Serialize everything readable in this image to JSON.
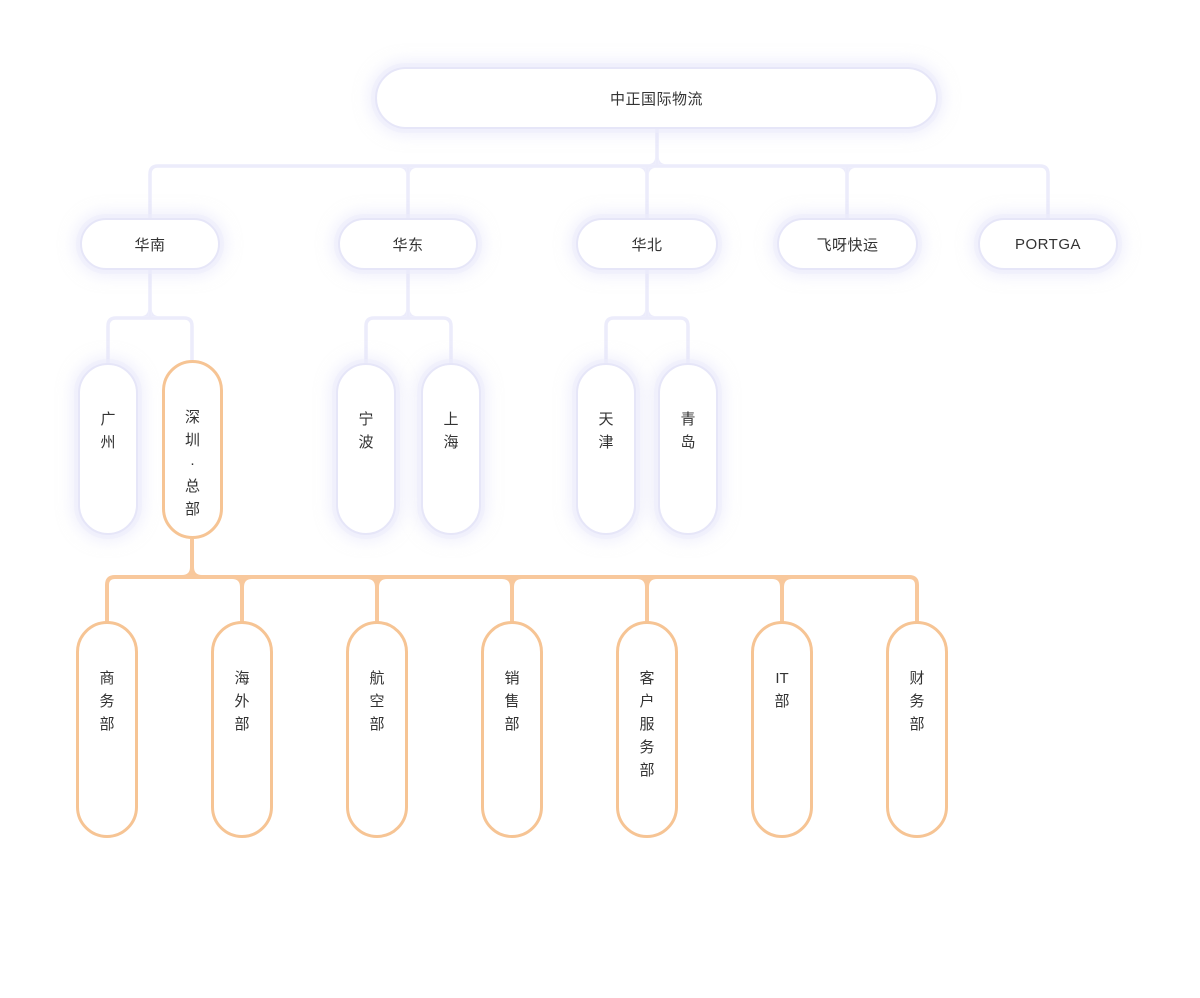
{
  "colors": {
    "background": "#ffffff",
    "branch_line": "#ececfb",
    "branch_line_highlight": "#f8c89c",
    "node_border": "#e6e6f8",
    "node_border_highlight": "#f6c494",
    "node_fill": "#ffffff",
    "text": "#333333"
  },
  "org_chart": {
    "root": {
      "label": "中正国际物流"
    },
    "branches": [
      {
        "label": "华南",
        "children": [
          {
            "label": "广\n州"
          },
          {
            "label": "深\n圳\n·\n总\n部",
            "highlighted": true,
            "children": [
              {
                "label": "商\n务\n部"
              },
              {
                "label": "海\n外\n部"
              },
              {
                "label": "航\n空\n部"
              },
              {
                "label": "销\n售\n部"
              },
              {
                "label": "客\n户\n服\n务\n部"
              },
              {
                "label": "IT\n部"
              },
              {
                "label": "财\n务\n部"
              }
            ]
          }
        ]
      },
      {
        "label": "华东",
        "children": [
          {
            "label": "宁\n波"
          },
          {
            "label": "上\n海"
          }
        ]
      },
      {
        "label": "华北",
        "children": [
          {
            "label": "天\n津"
          },
          {
            "label": "青\n岛"
          }
        ]
      },
      {
        "label": "飞呀快运",
        "children": []
      },
      {
        "label": "PORTGA",
        "children": []
      }
    ]
  }
}
